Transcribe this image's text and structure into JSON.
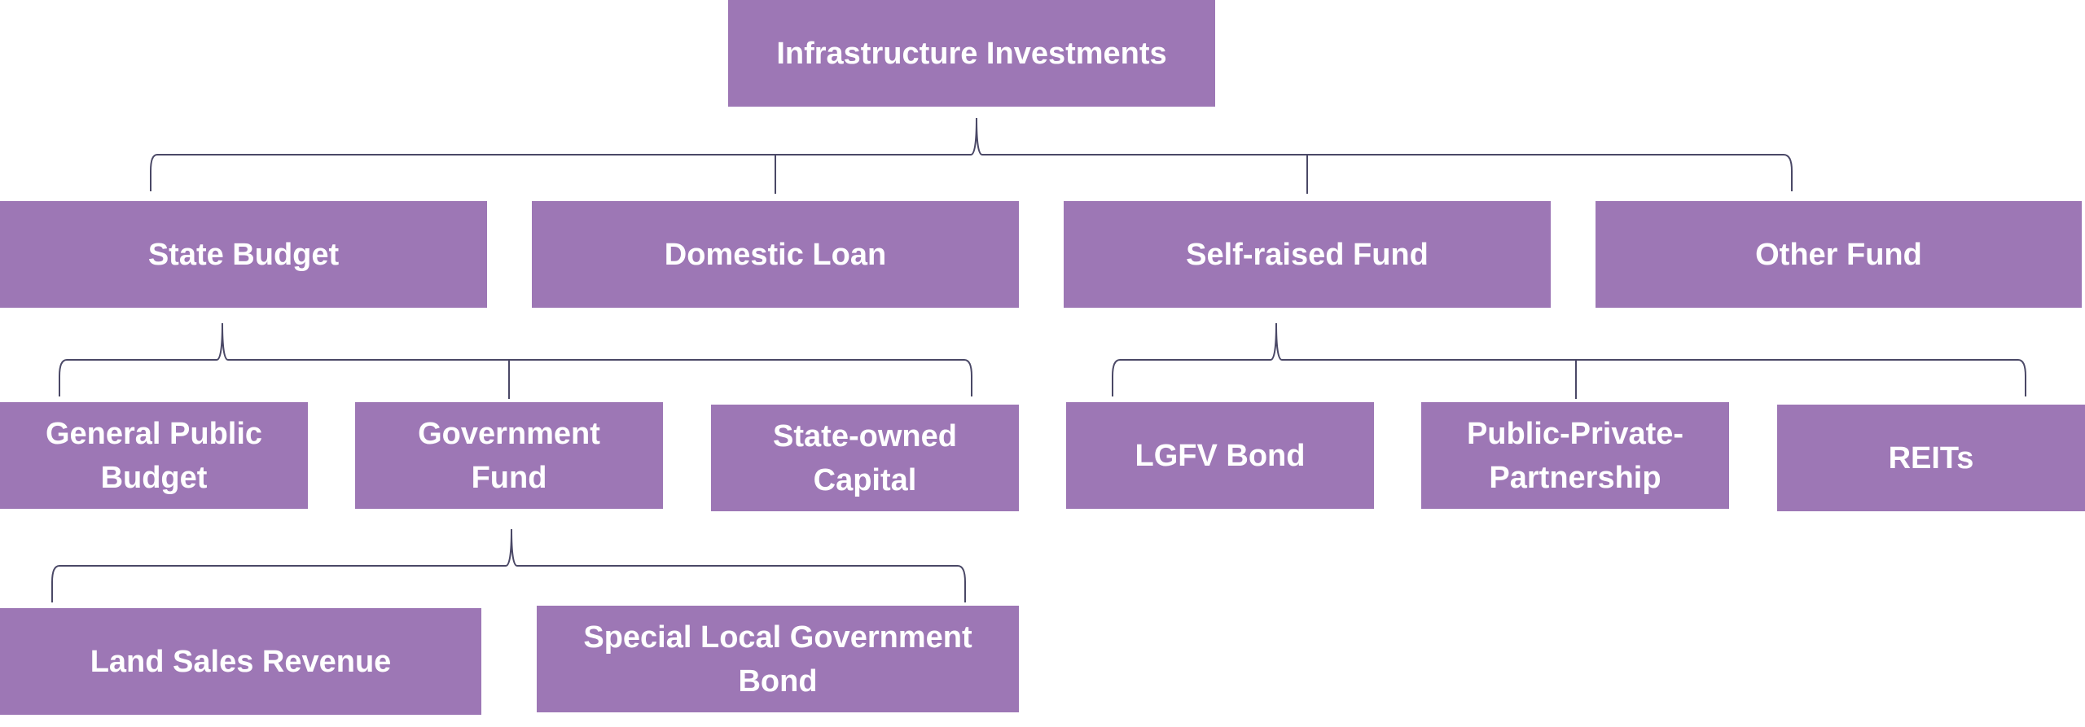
{
  "diagram": {
    "colors": {
      "box": "#9d77b5",
      "text": "#ffffff",
      "line": "#4a4866"
    },
    "nodes": {
      "root": "Infrastructure Investments",
      "state_budget": "State Budget",
      "domestic_loan": "Domestic Loan",
      "self_raised_fund": "Self-raised Fund",
      "other_fund": "Other Fund",
      "general_public_budget": [
        "General Public",
        "Budget"
      ],
      "government_fund": [
        "Government",
        "Fund"
      ],
      "state_owned_capital": [
        "State-owned",
        "Capital"
      ],
      "lgfv_bond": "LGFV Bond",
      "ppp": [
        "Public-Private-",
        "Partnership"
      ],
      "reits": "REITs",
      "land_sales_revenue": "Land Sales Revenue",
      "special_local_government_bond": [
        "Special Local Government",
        "Bond"
      ]
    }
  }
}
